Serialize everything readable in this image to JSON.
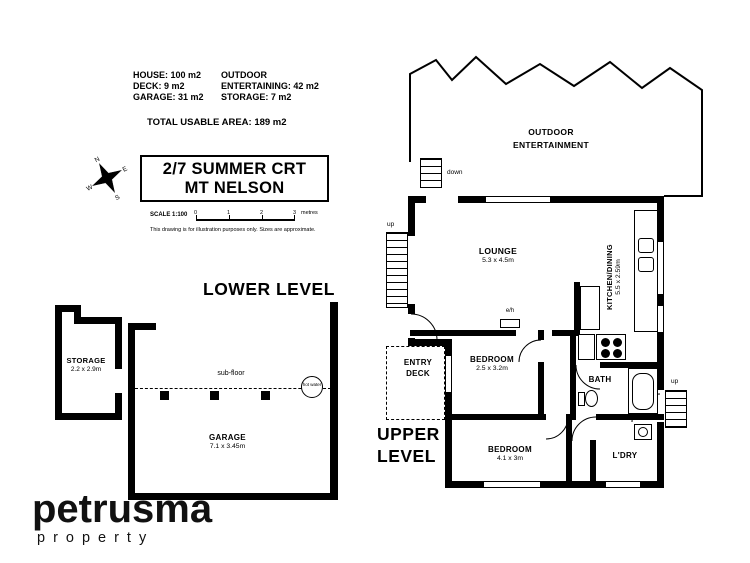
{
  "header": {
    "stats_col1": [
      "HOUSE: 100 m2",
      "DECK: 9 m2",
      "GARAGE: 31 m2"
    ],
    "stats_col2": [
      "OUTDOOR",
      "ENTERTAINING: 42 m2",
      "STORAGE: 7 m2"
    ],
    "total_area": "TOTAL USABLE AREA: 189 m2",
    "address_line1": "2/7 SUMMER CRT",
    "address_line2": "MT NELSON",
    "scale_label": "SCALE 1:100",
    "scale_ticks": [
      "0",
      "1",
      "2",
      "3"
    ],
    "scale_unit": "metres",
    "disclaimer": "This drawing is for illustration purposes only. Sizes are approximate.",
    "compass": {
      "n": "N",
      "e": "E",
      "s": "S",
      "w": "W"
    }
  },
  "lower_level": {
    "title": "LOWER LEVEL",
    "rooms": {
      "storage": {
        "name": "STORAGE",
        "dims": "2.2 x 2.9m"
      },
      "garage": {
        "name": "GARAGE",
        "dims": "7.1 x 3.45m"
      }
    },
    "annotations": {
      "sub_floor": "sub-floor",
      "hot_water": "hot water"
    }
  },
  "upper_level": {
    "title_line1": "UPPER",
    "title_line2": "LEVEL",
    "rooms": {
      "outdoor_line1": "OUTDOOR",
      "outdoor_line2": "ENTERTAINMENT",
      "lounge": {
        "name": "LOUNGE",
        "dims": "5.3 x 4.5m"
      },
      "kitchen_dining": {
        "name": "KITCHEN/DINING",
        "dims": "5.5 x 2.59m"
      },
      "entry_deck_line1": "ENTRY",
      "entry_deck_line2": "DECK",
      "bedroom1": {
        "name": "BEDROOM",
        "dims": "2.5 x 3.2m"
      },
      "bath": {
        "name": "BATH"
      },
      "bedroom2": {
        "name": "BEDROOM",
        "dims": "4.1 x 3m"
      },
      "laundry": {
        "name": "L'DRY"
      }
    },
    "annotations": {
      "up_left": "up",
      "down_top": "down",
      "up_right": "up",
      "heater": "e/h"
    }
  },
  "logo": {
    "brand": "petrusma",
    "tagline": "property"
  },
  "colors": {
    "wall": "#000000",
    "background": "#ffffff"
  }
}
